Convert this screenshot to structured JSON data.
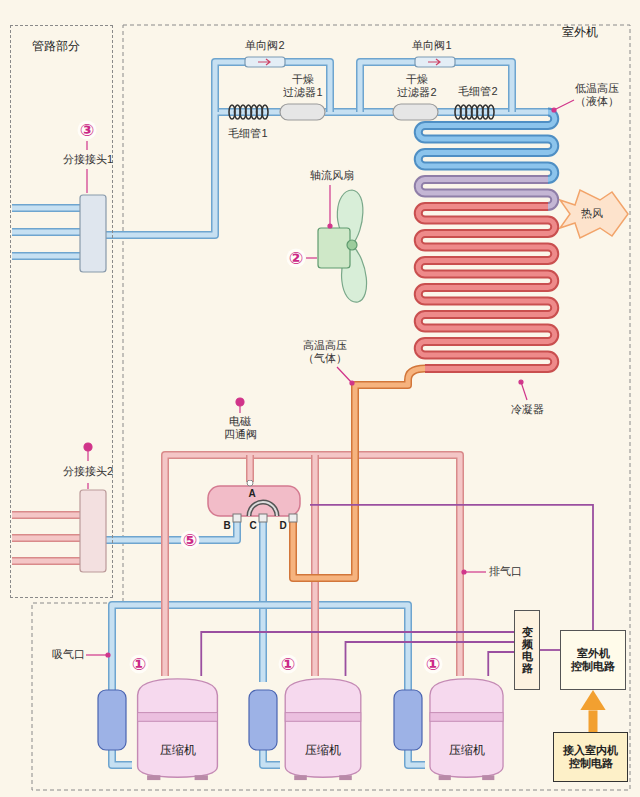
{
  "diagram": {
    "nodes": [
      {
        "text": [
          "管路部分"
        ]
      },
      {
        "text": [
          "室外机"
        ]
      },
      {
        "text": [
          "A",
          "B",
          "C",
          "D"
        ],
        "in": 1
      },
      {
        "text": [
          "变频电路"
        ],
        "in": 1
      },
      {
        "text": [
          "室外机 控制电路"
        ],
        "in": 1
      },
      {
        "text": [
          "接入室内机 控制电路"
        ],
        "in": 1
      },
      {
        "text": [
          "压缩机"
        ],
        "in": 1
      },
      {
        "text": [
          "压缩机"
        ],
        "in": 1
      },
      {
        "text": [
          "压缩机"
        ],
        "in": 1
      }
    ],
    "edges": [
      {
        "from": 5,
        "to": 4,
        "arrow": "to"
      },
      {
        "from": 4,
        "to": 3,
        "arrow": "none"
      },
      {
        "from": 3,
        "to": 6,
        "arrow": "none"
      },
      {
        "from": 3,
        "to": 7,
        "arrow": "none"
      },
      {
        "from": 3,
        "to": 8,
        "arrow": "none"
      },
      {
        "from": 4,
        "to": 2,
        "arrow": "none"
      }
    ],
    "labels": [
      "单向阀2",
      "单向阀1",
      "干燥 过滤器1",
      "干燥 过滤器2",
      "毛细管1",
      "毛细管2",
      "低温高压 （液体）",
      "③",
      "分接接头1",
      "轴流风扇",
      "②",
      "热风",
      "高温高压 （气体）",
      "冷凝器",
      "电磁 四通阀",
      "⑤",
      "分接接头2",
      "排气口",
      "吸气口",
      "①",
      "①",
      "①"
    ]
  }
}
